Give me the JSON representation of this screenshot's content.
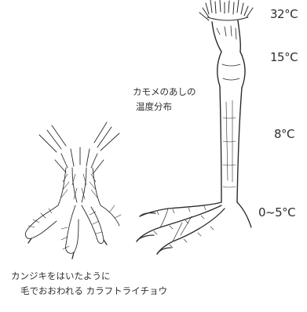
{
  "temperatures": {
    "top": "32°C",
    "upper": "15°C",
    "middle": "8°C",
    "bottom": "0~5°C"
  },
  "gull_caption": {
    "line1": "カモメのあしの",
    "line2": "温度分布"
  },
  "ptarmigan_caption": {
    "line1": "カンジキをはいたように",
    "line2": "毛でおおわれる カラフトライチョウ"
  },
  "colors": {
    "ink": "#2b2b2b",
    "paper": "#ffffff"
  }
}
